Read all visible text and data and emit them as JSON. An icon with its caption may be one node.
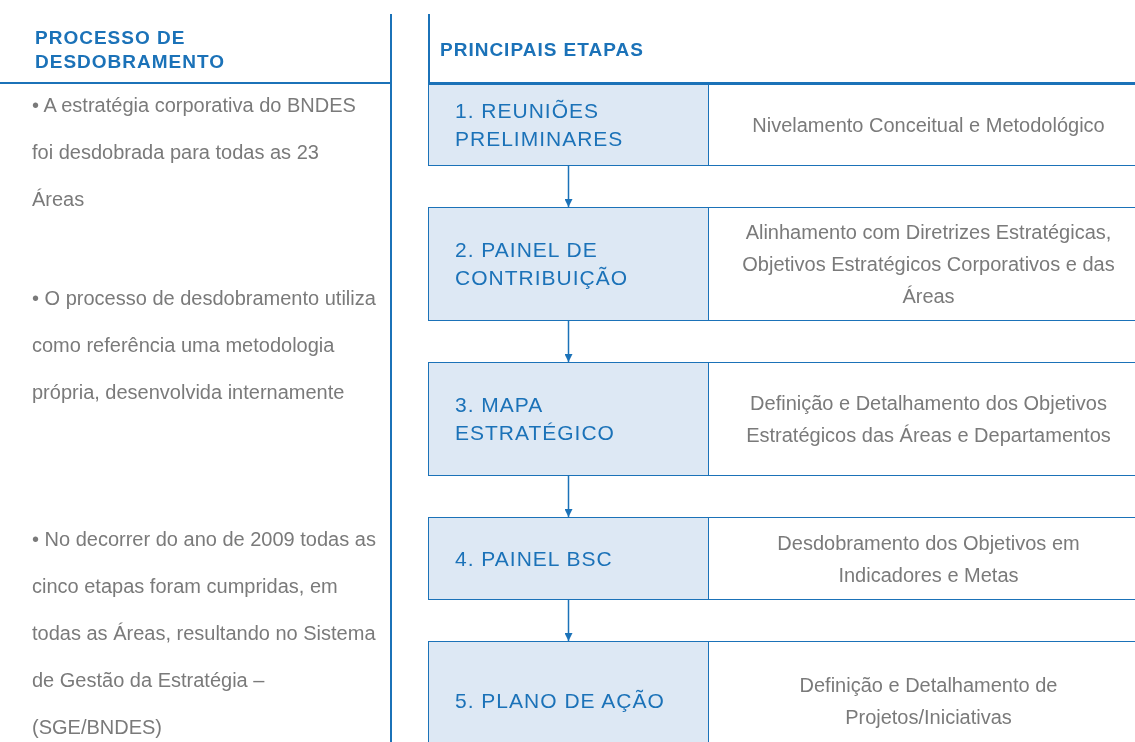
{
  "diagram": {
    "nodes": [
      {
        "text": [
          "1. REUNIÕES PRELIMINARES"
        ]
      },
      {
        "text": [
          "Nivelamento Conceitual e Metodológico"
        ]
      },
      {
        "text": [
          "2. PAINEL DE CONTRIBUIÇÃO"
        ]
      },
      {
        "text": [
          "Alinhamento com Diretrizes Estratégicas, Objetivos Estratégicos Corporativos e das Áreas"
        ]
      },
      {
        "text": [
          "3. MAPA ESTRATÉGICO"
        ]
      },
      {
        "text": [
          "Definição e Detalhamento dos Objetivos Estratégicos das Áreas e Departamentos"
        ]
      },
      {
        "text": [
          "4. PAINEL BSC"
        ]
      },
      {
        "text": [
          "Desdobramento dos Objetivos em Indicadores e Metas"
        ]
      },
      {
        "text": [
          "5. PLANO DE AÇÃO"
        ]
      },
      {
        "text": [
          "Definição e Detalhamento de Projetos/Iniciativas"
        ]
      }
    ],
    "edges": [
      {
        "from": 0,
        "to": 2,
        "arrow": "to"
      },
      {
        "from": 2,
        "to": 4,
        "arrow": "to"
      },
      {
        "from": 4,
        "to": 6,
        "arrow": "to"
      },
      {
        "from": 6,
        "to": 8,
        "arrow": "to"
      }
    ],
    "labels": [
      "PROCESSO DE DESDOBRAMENTO",
      "PRINCIPAIS ETAPAS",
      "• A estratégia corporativa do BNDES foi desdobrada para todas as 23 Áreas",
      "• O processo de desdobramento utiliza como referência uma metodologia própria, desenvolvida internamente",
      "• No decorrer do ano de 2009 todas as cinco etapas foram cumpridas, em todas as Áreas, resultando no Sistema de Gestão da Estratégia – (SGE/BNDES)"
    ]
  }
}
